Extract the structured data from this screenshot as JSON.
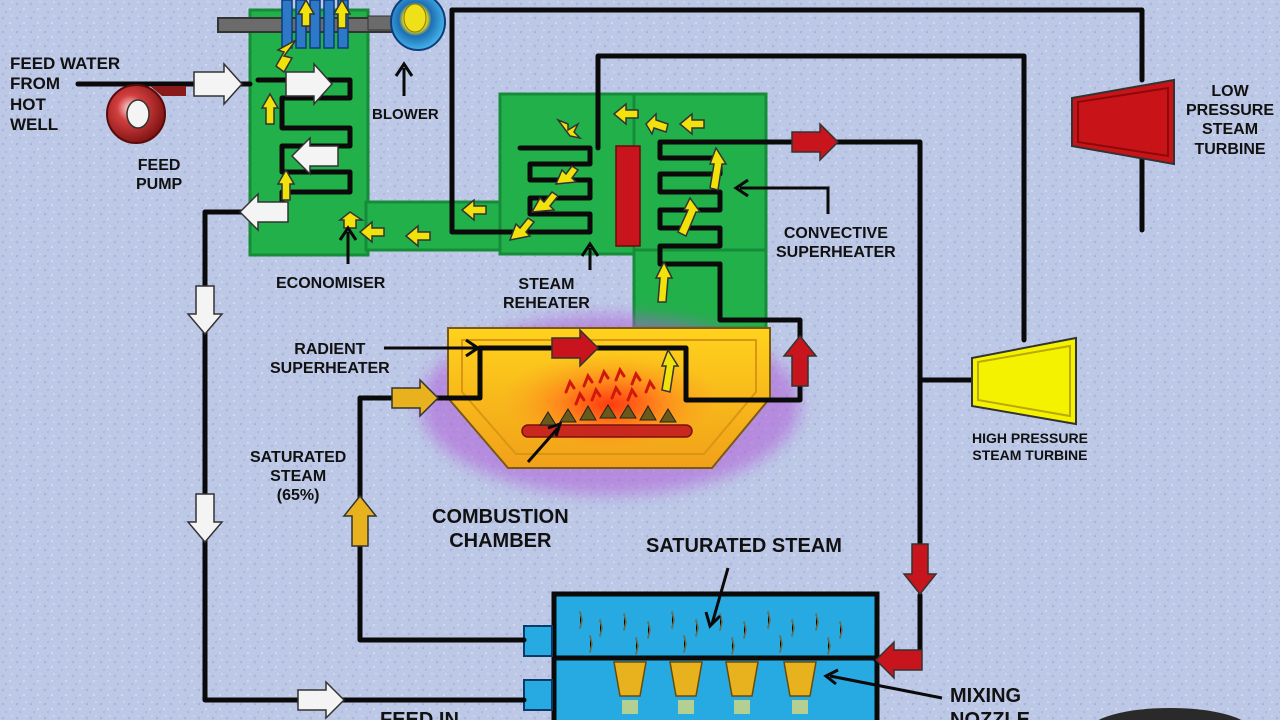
{
  "labels": {
    "feed_water": "FEED WATER\nFROM\nHOT\nWELL",
    "feed_pump": "FEED\nPUMP",
    "blower": "BLOWER",
    "economiser": "ECONOMISER",
    "steam_reheater": "STEAM\nREHEATER",
    "convective_superheater": "CONVECTIVE\nSUPERHEATER",
    "low_pressure_turbine": "LOW\nPRESSURE\nSTEAM\nTURBINE",
    "high_pressure_turbine": "HIGH PRESSURE\nSTEAM TURBINE",
    "radient_superheater": "RADIENT\nSUPERHEATER",
    "saturated_steam_65": "SATURATED\nSTEAM\n(65%)",
    "combustion_chamber": "COMBUSTION\nCHAMBER",
    "saturated_steam": "SATURATED STEAM",
    "mixing_nozzle": "MIXING\nNOZZLE",
    "feed_in": "FEED IN"
  },
  "colors": {
    "background": "#bcc8e6",
    "boiler_green": "#22b04b",
    "pipe": "#0a0a0a",
    "steam_red": "#c8141c",
    "steam_yellow": "#f2e20c",
    "saturated_gold": "#e8b21e",
    "water_white": "#f4f4f4",
    "drum_blue": "#27a9e1",
    "furnace_orange": "#f7a51c",
    "hp_turbine": "#f5f200",
    "lp_turbine": "#c81418"
  },
  "icons": [
    "pump-icon",
    "blower-fan-icon",
    "turbine-icon",
    "drum-icon",
    "nozzle-icon",
    "flame-icon"
  ]
}
